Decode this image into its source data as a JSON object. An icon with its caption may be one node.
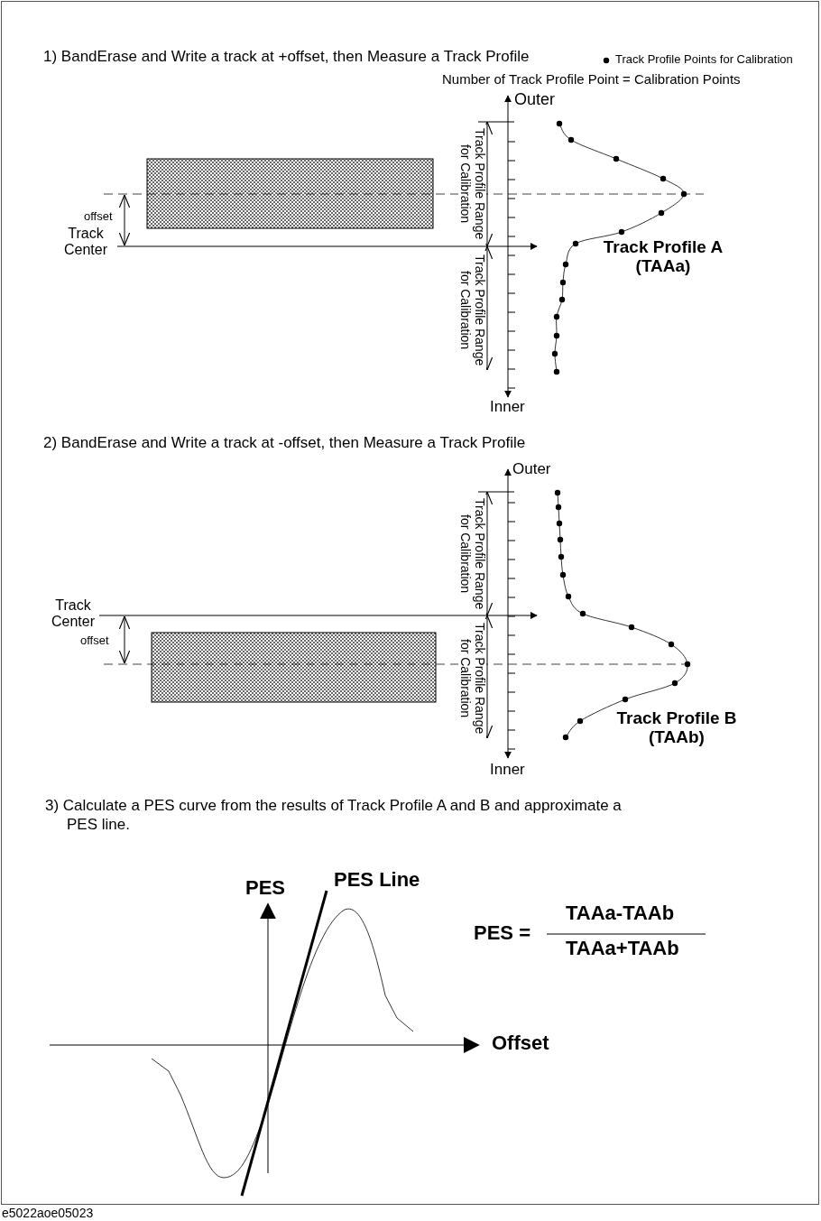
{
  "diagram": {
    "labels": [
      "1) BandErase and Write a track at +offset, then Measure a Track Profile",
      "Number of Track Profile Point = Calibration Points",
      "Outer",
      "Track Profile Range for Calibration",
      "offset",
      "Track Center",
      "Track Profile A (TAAa)",
      "Track Profile Range for Calibration",
      "Inner",
      "2) BandErase and Write a track at -offset, then Measure a Track Profile",
      "Outer",
      "Track Profile Range for Calibration",
      "Track Center",
      "offset",
      "Track Profile Range for Calibration",
      "Track Profile B (TAAb)",
      "Inner",
      "3) Calculate a PES curve from the results of Track Profile A and B and approximate a PES line.",
      "PES",
      "PES Line",
      "PES =",
      "TAAa-TAAb",
      "TAAa+TAAb",
      "Offset",
      "e5022aoe05023"
    ],
    "legend": [
      {
        "text": "Track Profile Points for Calibration"
      }
    ]
  }
}
